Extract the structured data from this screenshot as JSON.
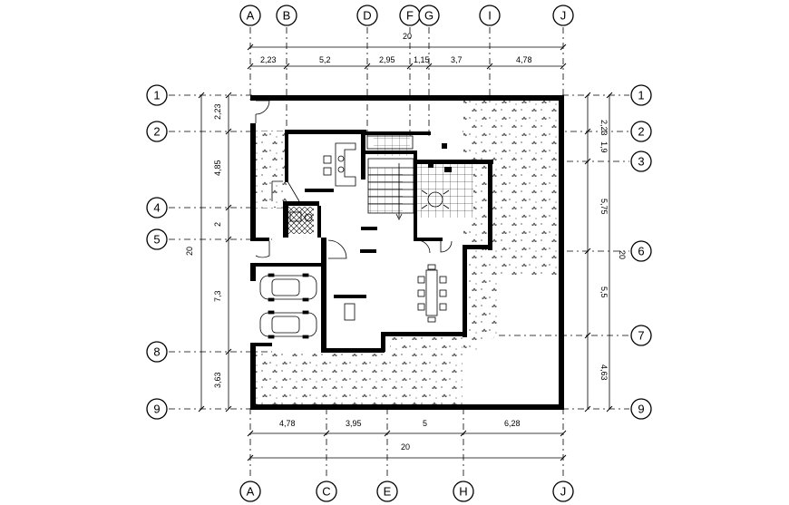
{
  "grid_top": [
    "A",
    "B",
    "D",
    "F",
    "G",
    "I",
    "J"
  ],
  "grid_bottom": [
    "A",
    "C",
    "E",
    "H",
    "J"
  ],
  "grid_left": [
    "1",
    "2",
    "4",
    "5",
    "8",
    "9"
  ],
  "grid_right": [
    "1",
    "2",
    "3",
    "6",
    "7",
    "9"
  ],
  "dims_top": {
    "total": "20",
    "segments": [
      "2,23",
      "5,2",
      "2,95",
      "1,15",
      "3,7",
      "4,78"
    ]
  },
  "dims_bottom": {
    "total": "20",
    "segments": [
      "4,78",
      "3,95",
      "5",
      "6,28"
    ]
  },
  "dims_left": {
    "total": "20",
    "segments": [
      "2,23",
      "4,85",
      "2",
      "7,3",
      "3,63"
    ]
  },
  "dims_right": {
    "total": "20",
    "segments": [
      "2,23",
      "1,9",
      "5,75",
      "5,5",
      "4,63"
    ]
  }
}
